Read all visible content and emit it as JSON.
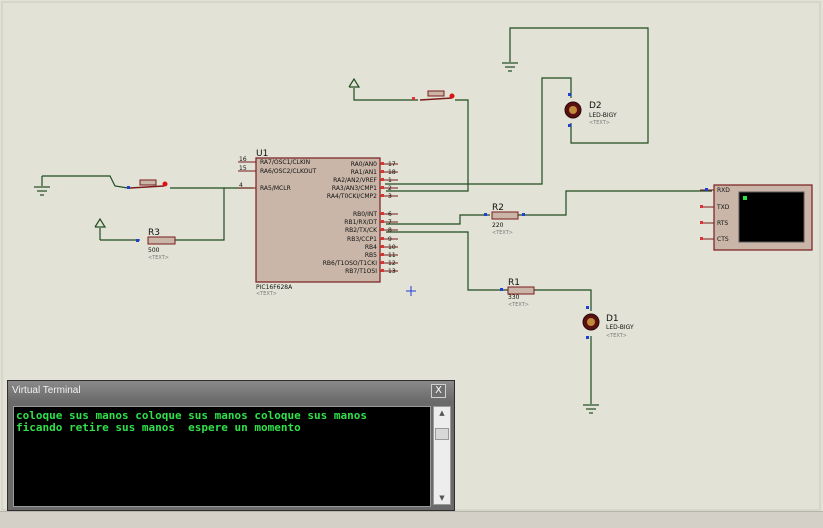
{
  "colors": {
    "wire": "#1f4d1f",
    "component": "#7a1c1c",
    "pin_marker": "#1f3fd6",
    "terminal_text": "#2fe04a"
  },
  "mcu": {
    "ref": "U1",
    "part": "PIC16F628A",
    "text_placeholder": "<TEXT>",
    "left_pins": [
      {
        "num": "16",
        "name": "RA7/OSC1/CLKIN"
      },
      {
        "num": "15",
        "name": "RA6/OSC2/CLKOUT"
      },
      {
        "num": "4",
        "name": "RA5/MCLR"
      }
    ],
    "right_pins": [
      {
        "num": "17",
        "name": "RA0/AN0"
      },
      {
        "num": "18",
        "name": "RA1/AN1"
      },
      {
        "num": "1",
        "name": "RA2/AN2/VREF"
      },
      {
        "num": "2",
        "name": "RA3/AN3/CMP1"
      },
      {
        "num": "3",
        "name": "RA4/T0CKI/CMP2"
      },
      {
        "num": "6",
        "name": "RB0/INT"
      },
      {
        "num": "7",
        "name": "RB1/RX/DT"
      },
      {
        "num": "8",
        "name": "RB2/TX/CK"
      },
      {
        "num": "9",
        "name": "RB3/CCP1"
      },
      {
        "num": "10",
        "name": "RB4"
      },
      {
        "num": "11",
        "name": "RB5"
      },
      {
        "num": "12",
        "name": "RB6/T1OSO/T1CKI"
      },
      {
        "num": "13",
        "name": "RB7/T1OSI"
      }
    ]
  },
  "components": {
    "r3": {
      "ref": "R3",
      "value": "500",
      "text": "<TEXT>"
    },
    "r2": {
      "ref": "R2",
      "value": "220",
      "text": "<TEXT>"
    },
    "r1": {
      "ref": "R1",
      "value": "330",
      "text": "<TEXT>"
    },
    "d2": {
      "ref": "D2",
      "part": "LED-BIGY",
      "text": "<TEXT>"
    },
    "d1": {
      "ref": "D1",
      "part": "LED-BIGY",
      "text": "<TEXT>"
    }
  },
  "terminal_symbol": {
    "pins": [
      "RXD",
      "TXD",
      "RTS",
      "CTS"
    ]
  },
  "virtual_terminal": {
    "title": "Virtual Terminal",
    "close": "X",
    "lines": [
      "coloque sus manos coloque sus manos coloque sus manos",
      "ficando retire sus manos  espere un momento"
    ]
  }
}
